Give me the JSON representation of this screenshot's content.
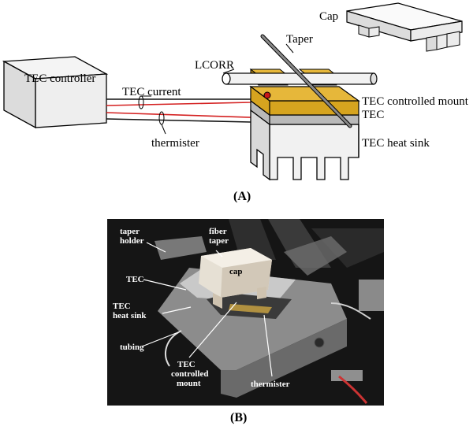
{
  "panel_a": {
    "caption": "(A)",
    "labels": {
      "tec_controller": "TEC controller",
      "tec_current": "TEC current",
      "thermister": "thermister",
      "lcorr": "LCORR",
      "taper": "Taper",
      "cap": "Cap",
      "tec_controlled_mount": "TEC controlled mount",
      "tec": "TEC",
      "tec_heat_sink": "TEC heat sink"
    }
  },
  "panel_b": {
    "caption": "(B)",
    "labels": {
      "taper_holder_1": "taper",
      "taper_holder_2": "holder",
      "fiber_taper_1": "fiber",
      "fiber_taper_2": "taper",
      "cap": "cap",
      "tec": "TEC",
      "tec_heat_sink_1": "TEC",
      "tec_heat_sink_2": "heat sink",
      "tubing": "tubing",
      "tec_mount_1": "TEC",
      "tec_mount_2": "controlled",
      "tec_mount_3": "mount",
      "thermister": "thermister"
    }
  },
  "colors": {
    "gold": "#d6a41f",
    "gold_dark": "#a87f12",
    "gray_block": "#b9b9b9",
    "light_face": "#eeeeee",
    "wire_red": "#d42020",
    "wire_black": "#111111",
    "photo_bg": "#1a1a1a"
  }
}
